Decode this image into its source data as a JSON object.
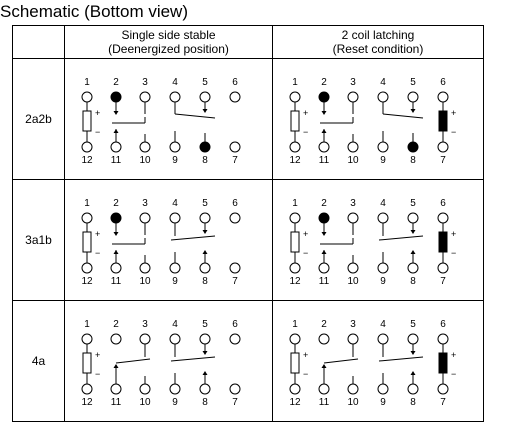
{
  "title": "Schematic (Bottom view)",
  "columns": [
    {
      "line1": "Single side stable",
      "line2": "(Deenergized position)"
    },
    {
      "line1": "2 coil latching",
      "line2": "(Reset condition)"
    }
  ],
  "terminal_labels_top": [
    "1",
    "2",
    "3",
    "4",
    "5",
    "6"
  ],
  "terminal_labels_bottom": [
    "12",
    "11",
    "10",
    "9",
    "8",
    "7"
  ],
  "coil_signs": {
    "plus": "+",
    "minus": "−"
  },
  "rows": [
    {
      "label": "2a2b",
      "single": {
        "filled": [
          2,
          8
        ]
      },
      "latching": {
        "filled": [
          2,
          8
        ],
        "reset_coil": true
      }
    },
    {
      "label": "3a1b",
      "single": {
        "filled": [
          2
        ]
      },
      "latching": {
        "filled": [
          2
        ],
        "reset_coil": true
      }
    },
    {
      "label": "4a",
      "single": {
        "filled": []
      },
      "latching": {
        "filled": [],
        "reset_coil": true
      }
    }
  ]
}
